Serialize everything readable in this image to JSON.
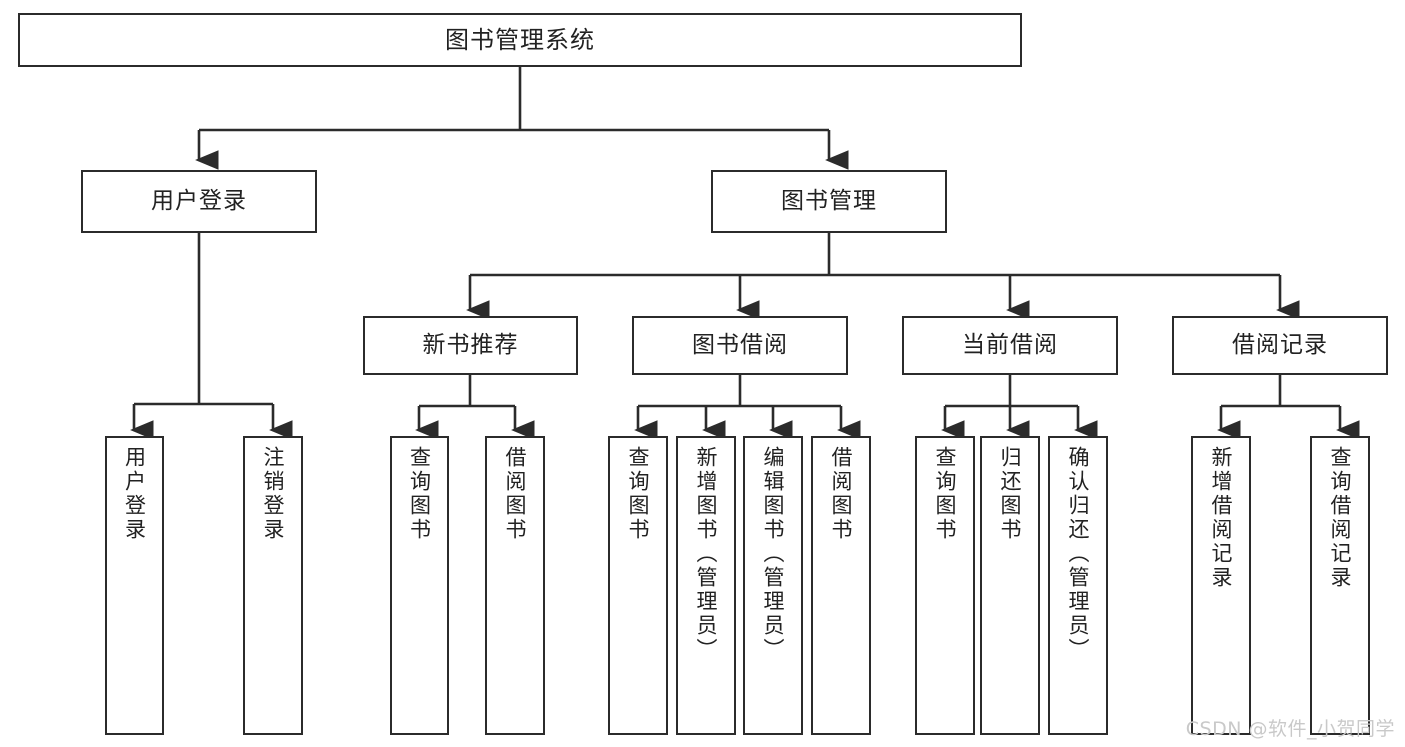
{
  "diagram": {
    "title": "图书管理系统",
    "type": "tree-hierarchy",
    "watermark": "CSDN @软件_小贺同学",
    "colors": {
      "border": "#2b2b2b",
      "background": "#ffffff",
      "text": "#222222",
      "watermark": "#c9c9c9"
    },
    "root": {
      "label": "图书管理系统"
    },
    "level2": [
      {
        "label": "用户登录"
      },
      {
        "label": "图书管理"
      }
    ],
    "level3": [
      {
        "label": "新书推荐"
      },
      {
        "label": "图书借阅"
      },
      {
        "label": "当前借阅"
      },
      {
        "label": "借阅记录"
      }
    ],
    "leaves": [
      {
        "label": "用户登录",
        "parent": "用户登录"
      },
      {
        "label": "注销登录",
        "parent": "用户登录"
      },
      {
        "label": "查询图书",
        "parent": "新书推荐"
      },
      {
        "label": "借阅图书",
        "parent": "新书推荐"
      },
      {
        "label": "查询图书",
        "parent": "图书借阅"
      },
      {
        "label": "新增图书（管理员）",
        "parent": "图书借阅"
      },
      {
        "label": "编辑图书（管理员）",
        "parent": "图书借阅"
      },
      {
        "label": "借阅图书",
        "parent": "图书借阅"
      },
      {
        "label": "查询图书",
        "parent": "当前借阅"
      },
      {
        "label": "归还图书",
        "parent": "当前借阅"
      },
      {
        "label": "确认归还（管理员）",
        "parent": "当前借阅"
      },
      {
        "label": "新增借阅记录",
        "parent": "借阅记录"
      },
      {
        "label": "查询借阅记录",
        "parent": "借阅记录"
      }
    ]
  }
}
